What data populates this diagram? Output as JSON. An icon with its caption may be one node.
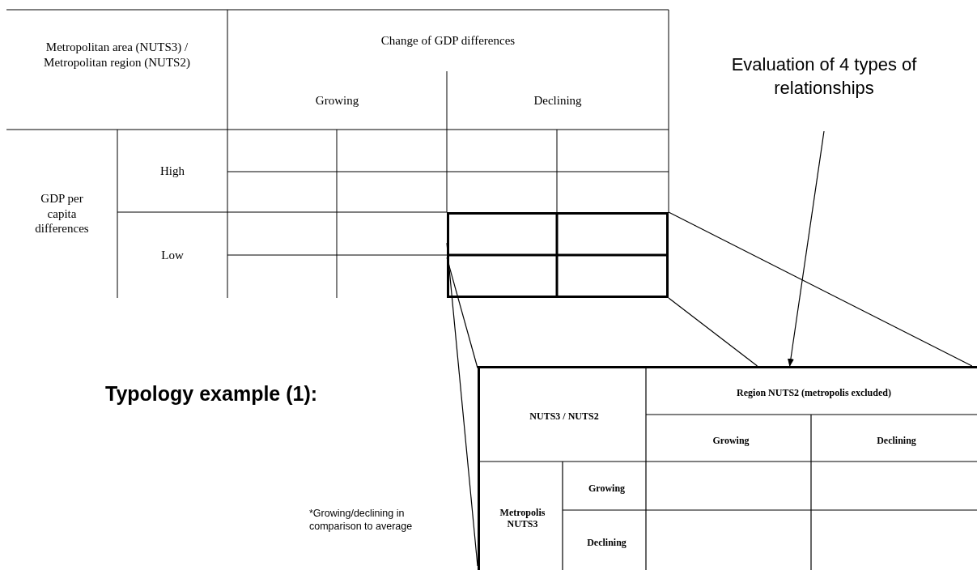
{
  "diagram": {
    "title": "Typology example (1):",
    "nodes": [
      {
        "text": [
          "Evaluation of 4 types of relationships"
        ]
      },
      {
        "text": [],
        "shape": "box"
      },
      {
        "text": [
          "NUTS3 / NUTS2",
          "Region NUTS2 (metropolis excluded)",
          "Growing",
          "Declining",
          "Metropolis NUTS3",
          "Growing",
          "Declining"
        ]
      }
    ],
    "edges": [
      {
        "from": 1,
        "to": 2,
        "arrow": "none"
      },
      {
        "from": 1,
        "to": 2,
        "arrow": "none"
      },
      {
        "from": 1,
        "to": 2,
        "arrow": "none"
      },
      {
        "from": 1,
        "to": 2,
        "arrow": "none"
      },
      {
        "from": 0,
        "to": 2,
        "arrow": "to"
      }
    ],
    "labels": [
      "Metropolitan area (NUTS3) / Metropolitan region (NUTS2)",
      "Change of GDP differences",
      "Growing",
      "Declining",
      "GDP per capita differences",
      "High",
      "Low",
      "*Growing/declining in comparison to average"
    ]
  }
}
